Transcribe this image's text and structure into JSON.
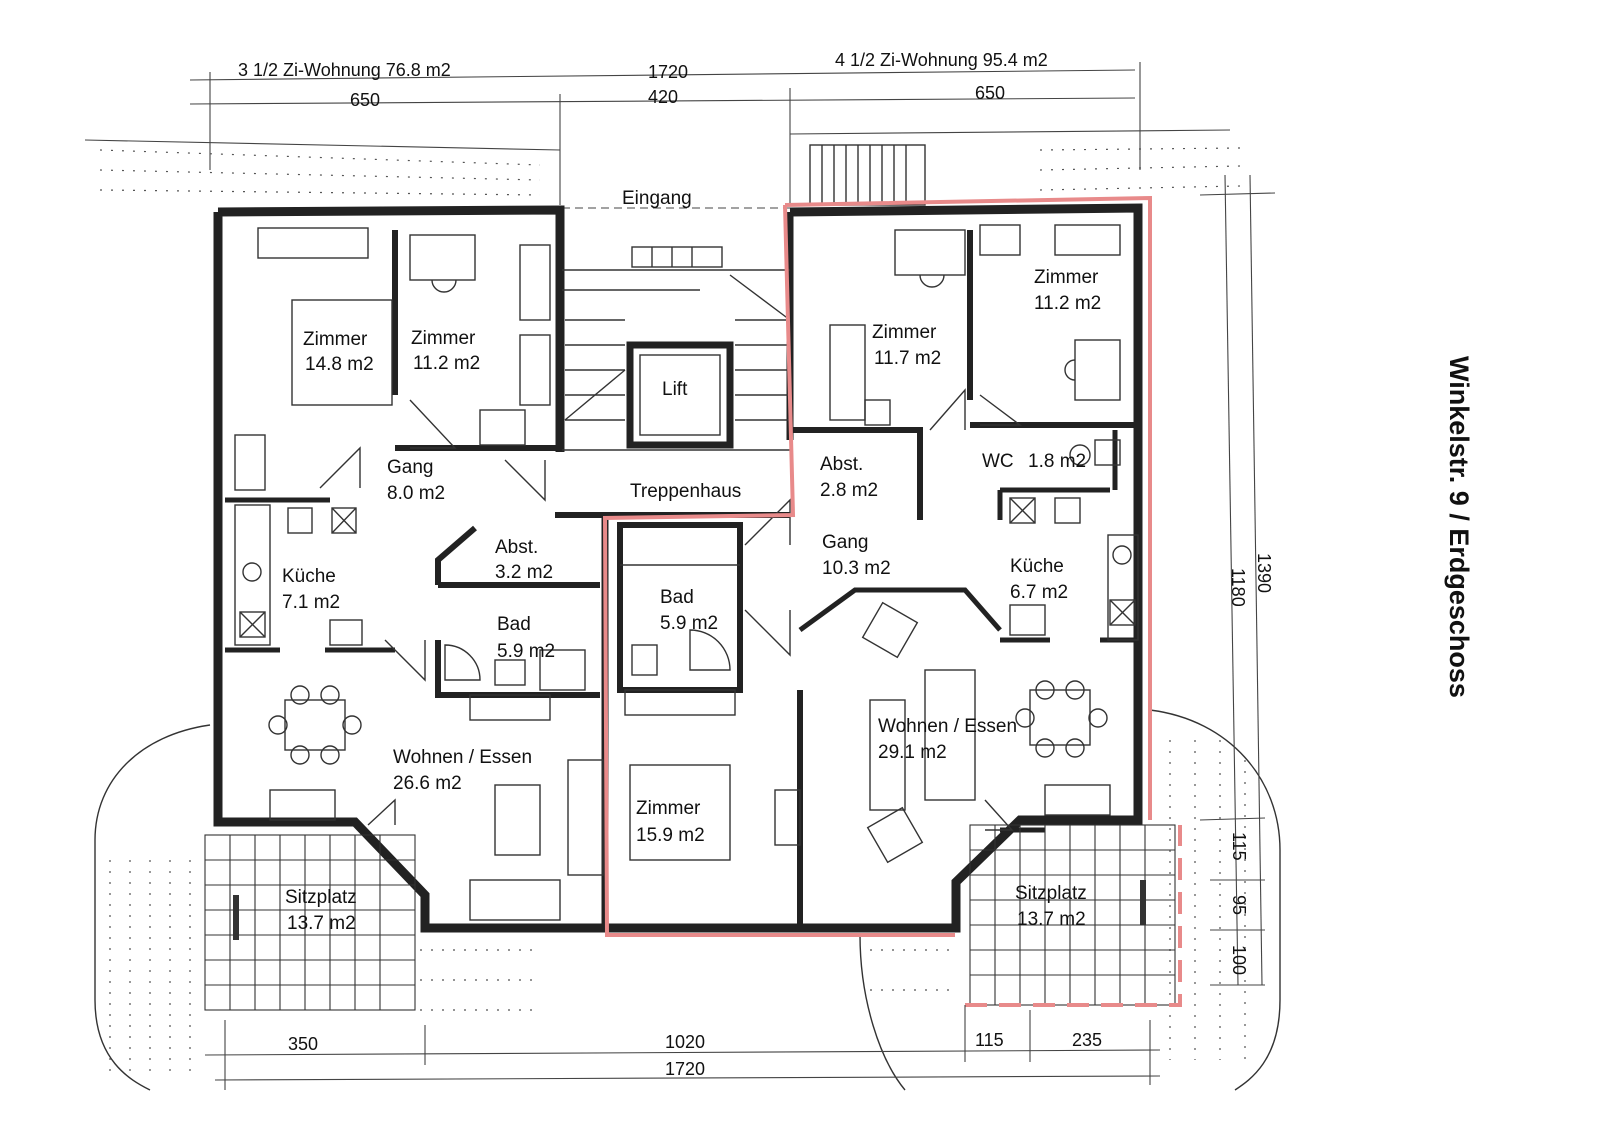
{
  "title": "Winkelstr. 9 / Erdgeschoss",
  "units": {
    "left": "3 1/2 Zi-Wohnung 76.8 m2",
    "right": "4 1/2 Zi-Wohnung 95.4 m2"
  },
  "rooms": {
    "left_zimmer_a": {
      "name": "Zimmer",
      "area": "14.8 m2"
    },
    "left_zimmer_b": {
      "name": "Zimmer",
      "area": "11.2 m2"
    },
    "left_gang": {
      "name": "Gang",
      "area": "8.0 m2"
    },
    "left_abst": {
      "name": "Abst.",
      "area": "3.2 m2"
    },
    "left_kueche": {
      "name": "Küche",
      "area": "7.1 m2"
    },
    "left_bad": {
      "name": "Bad",
      "area": "5.9 m2"
    },
    "left_wohnen": {
      "name": "Wohnen / Essen",
      "area": "26.6 m2"
    },
    "left_sitzplatz": {
      "name": "Sitzplatz",
      "area": "13.7 m2"
    },
    "eingang": "Eingang",
    "lift": "Lift",
    "treppenhaus": "Treppenhaus",
    "right_zimmer_a": {
      "name": "Zimmer",
      "area": "11.7 m2"
    },
    "right_zimmer_b": {
      "name": "Zimmer",
      "area": "11.2 m2"
    },
    "right_abst": {
      "name": "Abst.",
      "area": "2.8 m2"
    },
    "right_wc": {
      "name": "WC",
      "area": "1.8 m2"
    },
    "right_gang": {
      "name": "Gang",
      "area": "10.3 m2"
    },
    "right_kueche": {
      "name": "Küche",
      "area": "6.7 m2"
    },
    "right_bad": {
      "name": "Bad",
      "area": "5.9 m2"
    },
    "right_wohnen": {
      "name": "Wohnen / Essen",
      "area": "29.1 m2"
    },
    "right_zimmer_c": {
      "name": "Zimmer",
      "area": "15.9 m2"
    },
    "right_sitzplatz": {
      "name": "Sitzplatz",
      "area": "13.7 m2"
    }
  },
  "dimensions": {
    "top_total": "1720",
    "top_left": "650",
    "top_mid": "420",
    "top_right": "650",
    "bottom_left": "350",
    "bottom_mid": "1020",
    "bottom_total": "1720",
    "bottom_right_a": "115",
    "bottom_right_b": "235",
    "side_total": "1390",
    "side_inner": "1180",
    "side_a": "115",
    "side_b": "95",
    "side_c": "100"
  },
  "colors": {
    "wall": "#222222",
    "highlight_outline": "#e88a8a",
    "background": "#ffffff"
  }
}
